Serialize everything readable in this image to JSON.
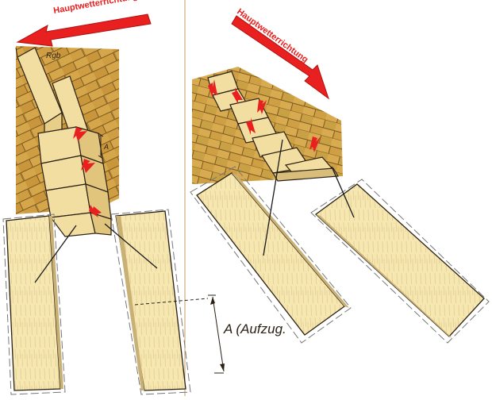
{
  "diagram": {
    "wind_label_left": "Hauptwetterrichtung",
    "wind_label_right": "Hauptwetterrichtung",
    "ridge_label": "Rgb",
    "dim_marker_small": "A",
    "dim_label": "A (Aufzug."
  },
  "colors": {
    "arrow_red": "#e82020",
    "wood_light": "#f6e7b0",
    "roof_shingle": "#d7a94a",
    "divider": "#c79a6a",
    "outline": "#2a2014"
  }
}
